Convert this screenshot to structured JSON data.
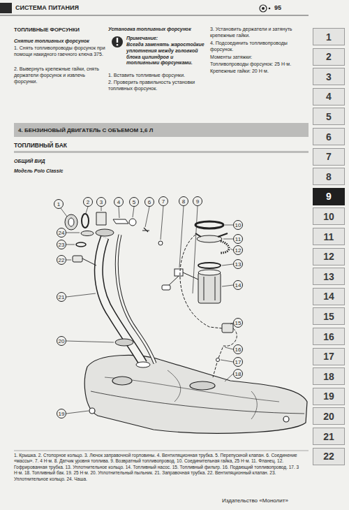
{
  "diagram": {
    "title": "СИСТЕМА ПИТАНИЯ",
    "caption": "1. Крышка. 2. Стопорное кольцо. 3. Лючок заправочной горловины. 4. Вентиляционная трубка. 5. Перепускной клапан. 6. Соединение «массы». 7. 4 Н·м. 8. Датчик уровня топлива. 9. Возвратный топливопровод. 10. Соединительная гайка, 25 Н·м. 11. Фланец. 12. Гофрированная трубка. 13. Уплотнительное кольцо. 14. Топливный насос. 15. Топливный фильтр. 16. Подающий топливопровод. 17. 3 Н·м. 18. Топливный бак. 19. 25 Н·м. 20. Уплотнительный пыльник. 21. Заправочная трубка. 22. Вентиляционный клапан. 23. Уплотнительное кольцо. 24. Чаша.",
    "nodes": [
      {
        "text": [
          "4. БЕНЗИНОВЫЙ ДВИГАТЕЛЬ С ОБЪЕМОМ 1,6 Л"
        ]
      },
      {
        "text": [
          "1"
        ]
      },
      {
        "text": [
          "2"
        ]
      },
      {
        "text": [
          "3"
        ]
      },
      {
        "text": [
          "4"
        ]
      },
      {
        "text": [
          "5"
        ]
      },
      {
        "text": [
          "6"
        ]
      },
      {
        "text": [
          "7"
        ]
      },
      {
        "text": [
          "8"
        ]
      },
      {
        "text": [
          "9"
        ]
      },
      {
        "text": [
          "10"
        ]
      },
      {
        "text": [
          "11"
        ]
      },
      {
        "text": [
          "12"
        ]
      },
      {
        "text": [
          "13"
        ]
      },
      {
        "text": [
          "14"
        ]
      },
      {
        "text": [
          "15"
        ]
      },
      {
        "text": [
          "16"
        ]
      },
      {
        "text": [
          "17"
        ]
      },
      {
        "text": [
          "18"
        ]
      },
      {
        "text": [
          "19"
        ]
      },
      {
        "text": [
          "20"
        ]
      },
      {
        "text": [
          "21"
        ]
      },
      {
        "text": [
          "22"
        ]
      },
      {
        "text": [
          "1"
        ]
      },
      {
        "text": [
          "2"
        ]
      },
      {
        "text": [
          "3"
        ]
      },
      {
        "text": [
          "4"
        ]
      },
      {
        "text": [
          "5"
        ]
      },
      {
        "text": [
          "6"
        ]
      },
      {
        "text": [
          "7"
        ]
      },
      {
        "text": [
          "8"
        ]
      },
      {
        "text": [
          "9"
        ]
      },
      {
        "text": [
          "10"
        ]
      },
      {
        "text": [
          "11"
        ]
      },
      {
        "text": [
          "12"
        ]
      },
      {
        "text": [
          "13"
        ]
      },
      {
        "text": [
          "14"
        ]
      },
      {
        "text": [
          "15"
        ]
      },
      {
        "text": [
          "16"
        ]
      },
      {
        "text": [
          "17"
        ]
      },
      {
        "text": [
          "18"
        ]
      },
      {
        "text": [
          "19"
        ]
      },
      {
        "text": [
          "20"
        ]
      },
      {
        "text": [
          "21"
        ]
      },
      {
        "text": [
          "22"
        ]
      },
      {
        "text": [
          "23"
        ]
      },
      {
        "text": [
          "24"
        ]
      }
    ],
    "labels": [
      "95",
      "ТОПЛИВНЫЕ ФОРСУНКИ",
      "Снятие топливных форсунок",
      "1. Снять топливопроводы форсунок при помощи накидного гаечного ключа 375.",
      "2. Вывернуть крепежные гайки, снять держатели форсунок и извлечь форсунки.",
      "Установка топливных форсунок",
      "Примечание:",
      "Всегда заменять жаростойкие уплотнения между головкой блока цилиндров и топливными форсунками.",
      "1. Вставить топливные форсунки.",
      "2. Проверить правильность установки топливных форсунок.",
      "3. Установить держатели и затянуть крепежные гайки.",
      "4. Подсоединить топливопроводы форсунок.",
      "Моменты затяжки:",
      "Топливопроводы форсунок: 25 Н·м.",
      "Крепежные гайки: 20 Н·м.",
      "ТОПЛИВНЫЙ БАК",
      "ОБЩИЙ ВИД",
      "Модель Polo Classic",
      "Издательство «Монолит»"
    ]
  }
}
